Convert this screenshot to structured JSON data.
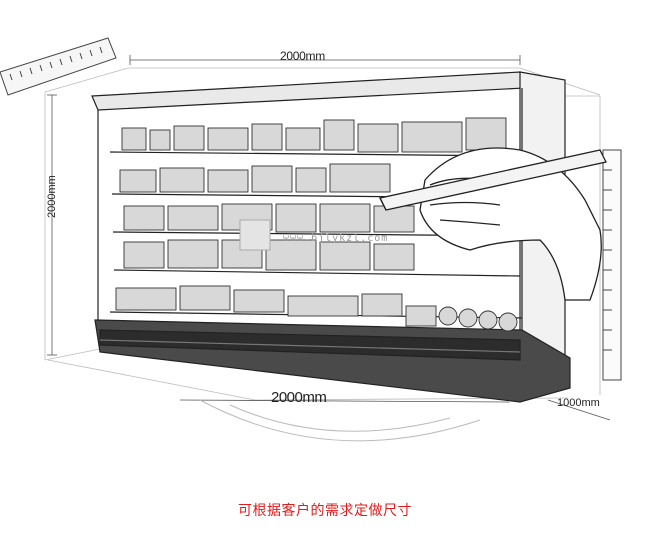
{
  "dimensions": {
    "width_top": "2000mm",
    "height_left": "2000mm",
    "width_bottom": "2000mm",
    "depth_side": "1000mm"
  },
  "watermark": "www.bjlykzl.com",
  "caption": "可根据客户的需求定做尺寸",
  "colors": {
    "caption": "#e11b1b",
    "sketch_line": "#222222",
    "background": "#ffffff"
  }
}
